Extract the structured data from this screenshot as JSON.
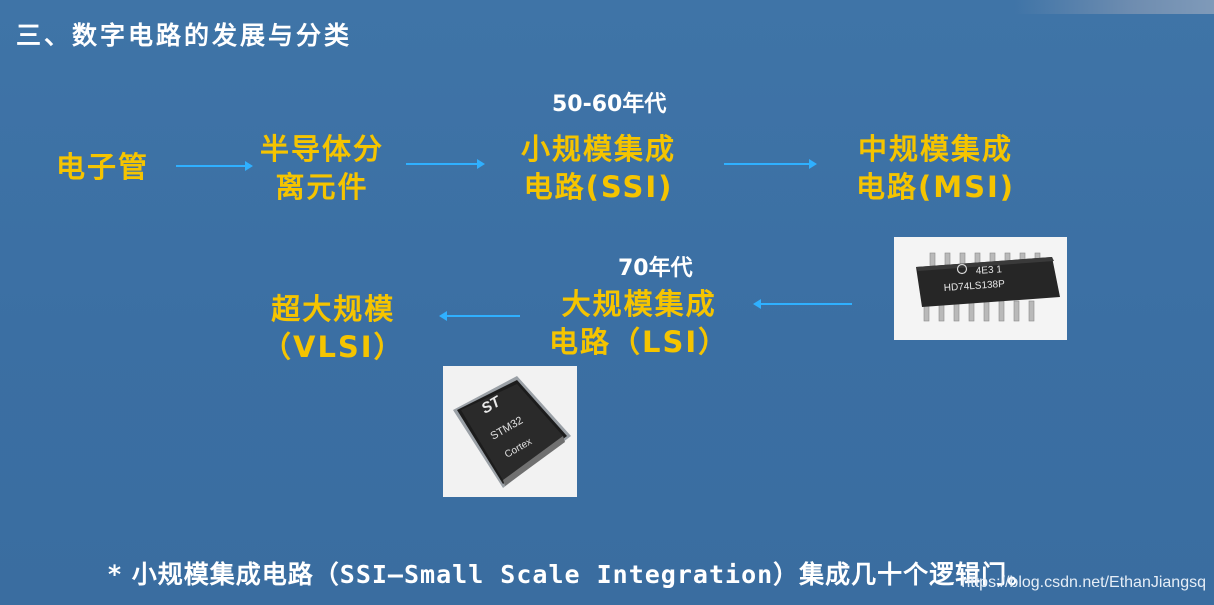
{
  "title": "三、数字电路的发展与分类",
  "nodes": {
    "vacuum_tube": "电子管",
    "discrete_line1": "半导体分",
    "discrete_line2": "离元件",
    "ssi_line1": "小规模集成",
    "ssi_line2": "电路(SSI)",
    "msi_line1": "中规模集成",
    "msi_line2": "电路(MSI)",
    "lsi_line1": "大规模集成",
    "lsi_line2": "电路（LSI）",
    "vlsi_line1": "超大规模",
    "vlsi_line2": "（VLSI）"
  },
  "eras": {
    "era_5060": "50-60年代",
    "era_70": "70年代"
  },
  "chip_dip": {
    "line1": "4E3 1",
    "line2": "HD74LS138P"
  },
  "chip_qfp": {
    "brand": "ST",
    "line1": "STM32",
    "line2": "Cortex"
  },
  "footnote": {
    "prefix": "* 小规模集成电路（",
    "latin": "SSI—Small Scale Integration",
    "suffix": "）集成几十个逻辑门。"
  },
  "watermark": "https://blog.csdn.net/EthanJiangsq",
  "colors": {
    "background": "#3e73a6",
    "label": "#f5c400",
    "arrow": "#2fb0ff"
  }
}
